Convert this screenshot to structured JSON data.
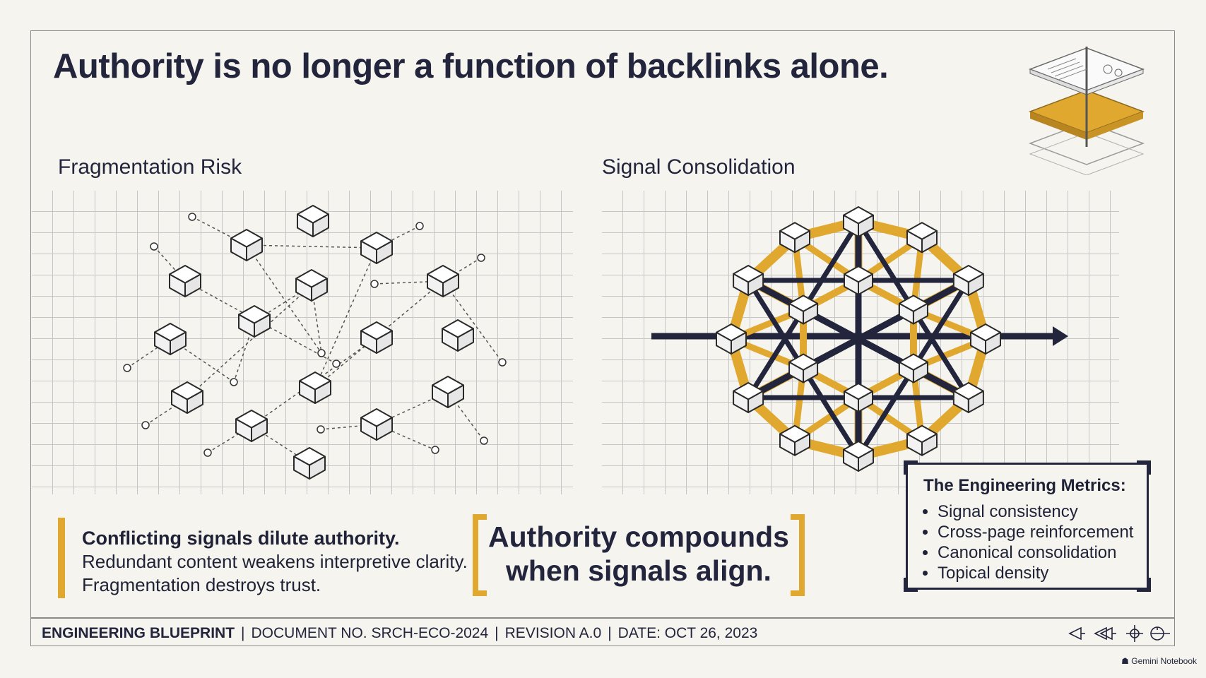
{
  "title": "Authority is no longer a function of backlinks alone.",
  "left_panel": {
    "label": "Fragmentation Risk"
  },
  "right_panel": {
    "label": "Signal Consolidation"
  },
  "callout": {
    "heading": "Conflicting signals dilute authority.",
    "line1": "Redundant content weakens interpretive clarity.",
    "line2": "Fragmentation destroys trust."
  },
  "quote": {
    "line1": "Authority compounds",
    "line2": "when signals align."
  },
  "metrics": {
    "title": "The Engineering Metrics:",
    "items": [
      "Signal consistency",
      "Cross-page reinforcement",
      "Canonical consolidation",
      "Topical density"
    ]
  },
  "footer": {
    "blueprint": "ENGINEERING BLUEPRINT",
    "document": "DOCUMENT NO. SRCH-ECO-2024",
    "revision": "REVISION A.0",
    "date": "DATE: OCT 26, 2023"
  },
  "nav_icons": [
    "prev-icon",
    "rewind-icon",
    "crosshair-icon",
    "target-icon"
  ],
  "brand": "Gemini Notebook",
  "colors": {
    "navy": "#23253d",
    "gold": "#e0a82e",
    "paper": "#f5f4ee",
    "grid": "#c6c6c6"
  }
}
